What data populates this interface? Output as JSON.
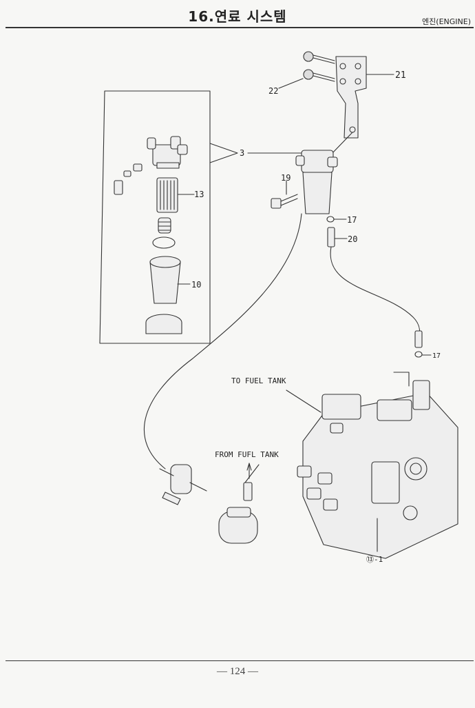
{
  "header": {
    "title": "16.연료 시스템",
    "section": "엔진(ENGINE)"
  },
  "callouts": {
    "c21": "21",
    "c22": "22",
    "c3": "3",
    "c13": "13",
    "c19": "19",
    "c17a": "17",
    "c20": "20",
    "c10": "10",
    "c17b": "17",
    "c13_1": "⑬-1"
  },
  "labels": {
    "to_fuel_tank": "TO FUEL TANK",
    "from_fuel_tank": "FROM FUFL TANK"
  },
  "footer": {
    "page": "— 124 —"
  }
}
